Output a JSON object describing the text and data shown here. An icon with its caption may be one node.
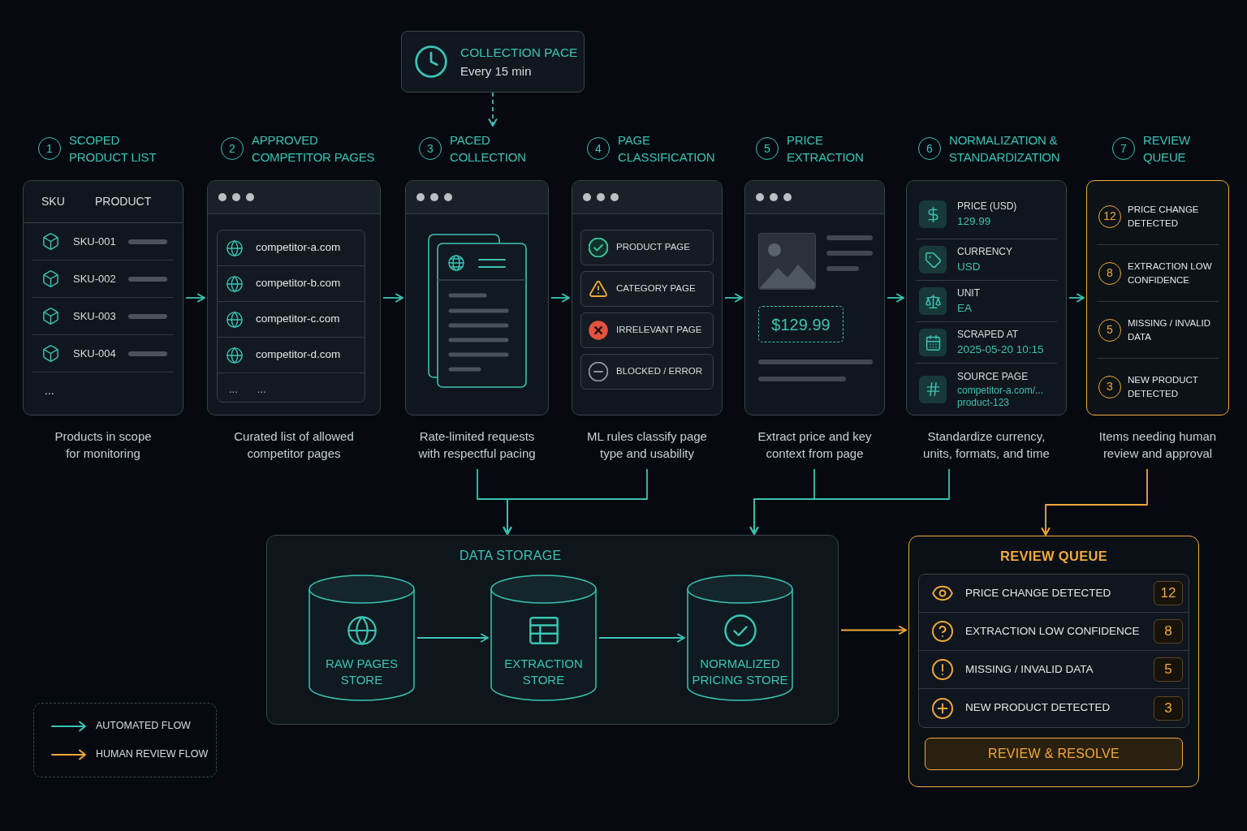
{
  "diagram": {
    "nodes": [
      {
        "text": [
          "COLLECTION PACE",
          "Every 15 min"
        ]
      },
      {
        "text": [
          "1",
          "SCOPED PRODUCT LIST",
          "SKU",
          "PRODUCT",
          "SKU-001",
          "SKU-002",
          "SKU-003",
          "SKU-004",
          "..."
        ],
        "beside": [
          "Products in scope for monitoring"
        ]
      },
      {
        "text": [
          "2",
          "APPROVED COMPETITOR PAGES",
          "competitor-a.com",
          "competitor-b.com",
          "competitor-c.com",
          "competitor-d.com",
          "...",
          "..."
        ],
        "beside": [
          "Curated list of allowed competitor pages"
        ]
      },
      {
        "text": [
          "3",
          "PACED COLLECTION"
        ],
        "beside": [
          "Rate-limited requests with respectful pacing"
        ]
      },
      {
        "text": [
          "4",
          "PAGE CLASSIFICATION"
        ],
        "beside": [
          "ML rules classify page type and usability"
        ]
      },
      {
        "text": [
          "PRODUCT PAGE"
        ],
        "in": 4
      },
      {
        "text": [
          "CATEGORY PAGE"
        ],
        "in": 4
      },
      {
        "text": [
          "IRRELEVANT PAGE"
        ],
        "in": 4
      },
      {
        "text": [
          "BLOCKED / ERROR"
        ],
        "in": 4
      },
      {
        "text": [
          "5",
          "PRICE EXTRACTION",
          "$129.99"
        ],
        "beside": [
          "Extract price and key context from page"
        ]
      },
      {
        "text": [
          "6",
          "NORMALIZATION & STANDARDIZATION",
          "PRICE (USD)",
          "129.99",
          "CURRENCY",
          "USD",
          "UNIT",
          "EA",
          "SCRAPED AT",
          "2025-05-20 10:15",
          "SOURCE PAGE",
          "competitor-a.com/... product-123"
        ],
        "beside": [
          "Standardize currency, units, formats, and time"
        ]
      },
      {
        "text": [
          "7",
          "REVIEW QUEUE",
          "12",
          "PRICE CHANGE DETECTED",
          "8",
          "EXTRACTION LOW CONFIDENCE",
          "5",
          "MISSING / INVALID DATA",
          "3",
          "NEW PRODUCT DETECTED"
        ],
        "beside": [
          "Items needing human review and approval"
        ]
      },
      {
        "text": [
          "DATA STORAGE"
        ]
      },
      {
        "text": [
          "RAW PAGES STORE"
        ],
        "in": 12
      },
      {
        "text": [
          "EXTRACTION STORE"
        ],
        "in": 12
      },
      {
        "text": [
          "NORMALIZED PRICING STORE"
        ],
        "in": 12
      },
      {
        "text": [
          "REVIEW QUEUE",
          "PRICE CHANGE DETECTED",
          "12",
          "EXTRACTION LOW CONFIDENCE",
          "8",
          "MISSING / INVALID DATA",
          "5",
          "NEW PRODUCT DETECTED",
          "3",
          "REVIEW & RESOLVE"
        ]
      }
    ],
    "edges": [
      {
        "from": 0,
        "to": 3,
        "arrow": "to",
        "style": "dashed"
      },
      {
        "from": 1,
        "to": 2,
        "arrow": "to"
      },
      {
        "from": 2,
        "to": 3,
        "arrow": "to"
      },
      {
        "from": 3,
        "to": 4,
        "arrow": "to"
      },
      {
        "from": 4,
        "to": 9,
        "arrow": "to"
      },
      {
        "from": 9,
        "to": 10,
        "arrow": "to"
      },
      {
        "from": 10,
        "to": 11,
        "arrow": "to"
      },
      {
        "from": 3,
        "to": 12,
        "arrow": "to"
      },
      {
        "from": 4,
        "to": 12,
        "arrow": "to"
      },
      {
        "from": 9,
        "to": 12,
        "arrow": "to"
      },
      {
        "from": 10,
        "to": 12,
        "arrow": "to"
      },
      {
        "from": 11,
        "to": 16,
        "arrow": "to",
        "color": "#f2a93b"
      },
      {
        "from": 13,
        "to": 14,
        "arrow": "to"
      },
      {
        "from": 14,
        "to": 15,
        "arrow": "to"
      },
      {
        "from": 12,
        "to": 16,
        "arrow": "to",
        "color": "#f2a93b"
      }
    ],
    "legend": [
      {
        "text": "AUTOMATED FLOW"
      },
      {
        "text": "HUMAN REVIEW FLOW"
      }
    ]
  }
}
